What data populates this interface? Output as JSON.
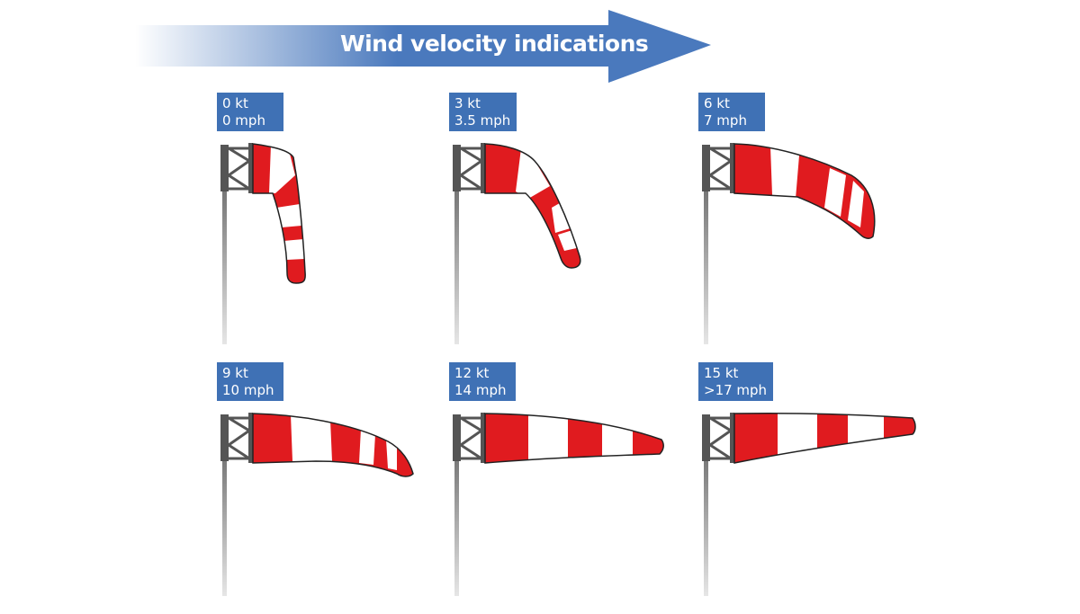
{
  "title": "Wind velocity indications",
  "colors": {
    "banner": "#4a79bd",
    "badge": "#3f71b5",
    "stripe_red": "#e01b1f",
    "stripe_white": "#ffffff",
    "pole": "#555555"
  },
  "windsocks": [
    {
      "kt": "0 kt",
      "mph": "0 mph"
    },
    {
      "kt": "3 kt",
      "mph": "3.5 mph"
    },
    {
      "kt": "6 kt",
      "mph": "7 mph"
    },
    {
      "kt": "9 kt",
      "mph": "10 mph"
    },
    {
      "kt": "12 kt",
      "mph": "14 mph"
    },
    {
      "kt": "15 kt",
      "mph": ">17 mph"
    }
  ]
}
